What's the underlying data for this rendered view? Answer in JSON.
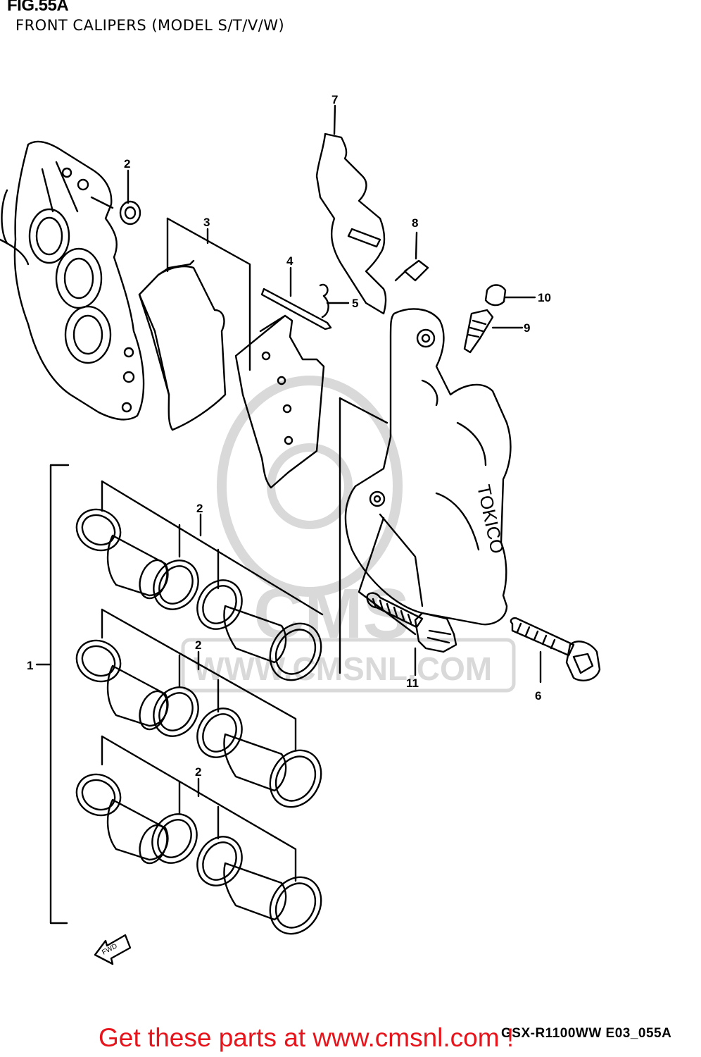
{
  "figure": {
    "title": "FIG.55A",
    "subtitle": "FRONT CALIPERS (MODEL S/T/V/W)"
  },
  "watermark": {
    "brand": "CMS",
    "url": "WWW.CMSNL.COM"
  },
  "callouts": [
    {
      "id": "c1",
      "label": "1"
    },
    {
      "id": "c2a",
      "label": "2"
    },
    {
      "id": "c2b",
      "label": "2"
    },
    {
      "id": "c2c",
      "label": "2"
    },
    {
      "id": "c2d",
      "label": "2"
    },
    {
      "id": "c3",
      "label": "3"
    },
    {
      "id": "c4",
      "label": "4"
    },
    {
      "id": "c5",
      "label": "5"
    },
    {
      "id": "c6",
      "label": "6"
    },
    {
      "id": "c7",
      "label": "7"
    },
    {
      "id": "c8",
      "label": "8"
    },
    {
      "id": "c9",
      "label": "9"
    },
    {
      "id": "c10",
      "label": "10"
    },
    {
      "id": "c11",
      "label": "11"
    }
  ],
  "caliper_marking": "TOKICO",
  "direction_label": "FWD",
  "model_code": "GSX-R1100WW  E03_055A",
  "promo_text": "Get these parts at www.cmsnl.com !",
  "colors": {
    "line": "#000000",
    "watermark": "#d9d9d9",
    "promo": "#e8141c"
  }
}
